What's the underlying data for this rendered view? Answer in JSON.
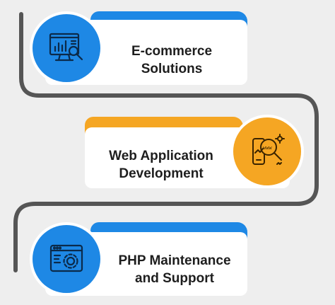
{
  "colors": {
    "background": "#eeeeee",
    "path": "#555555",
    "blue": "#1e88e5",
    "orange": "#f5a623",
    "card": "#ffffff",
    "text": "#1e1e1e"
  },
  "steps": [
    {
      "line1": "E-commerce",
      "line2": "Solutions",
      "accent": "blue",
      "icon": "analytics-monitor-icon"
    },
    {
      "line1": "Web Application",
      "line2": "Development",
      "accent": "orange",
      "icon": "web-search-tools-icon"
    },
    {
      "line1": "PHP Maintenance",
      "line2": "and Support",
      "accent": "blue",
      "icon": "browser-gear-icon"
    }
  ]
}
